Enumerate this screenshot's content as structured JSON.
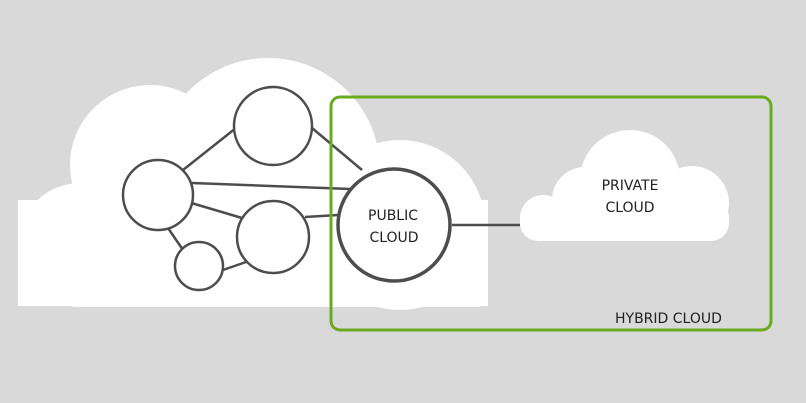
{
  "diagram": {
    "public_cloud": {
      "line1": "PUBLIC",
      "line2": "CLOUD"
    },
    "private_cloud": {
      "line1": "PRIVATE",
      "line2": "CLOUD"
    },
    "hybrid_cloud": {
      "label": "HYBRID CLOUD"
    },
    "colors": {
      "background": "#d9d9d9",
      "cloud_fill": "#ffffff",
      "node_stroke": "#4d4d4d",
      "hybrid_border": "#6aaa1e"
    }
  }
}
